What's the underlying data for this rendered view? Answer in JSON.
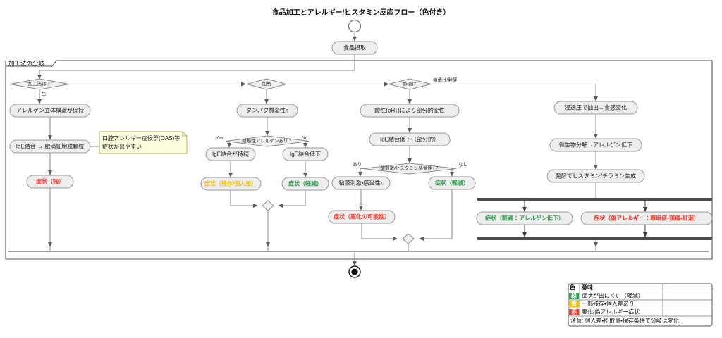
{
  "diagram": {
    "title": "食品加工とアレルギー/ヒスタミン反応フロー（色付き）",
    "partition_label": "加工法の分岐",
    "start_node": "start-circle",
    "end_node": "end-bullseye"
  },
  "nodes": {
    "intake": "食品摂取",
    "decision_method": "\"加工法は？\"",
    "decision_heat": "加熱",
    "decision_vinegar": "酢漬け",
    "raw_1": "アレルゲン立体構造が保持",
    "raw_2": "IgE結合 → 肥満細胞脱顆粒",
    "raw_result": "症状（強）",
    "heat_1": "タンパク質変性↑",
    "heat_decision": "耐熱性アレルゲンあり？",
    "heat_yes_1": "IgE結合が持続",
    "heat_no_1": "IgE結合低下",
    "heat_yes_result": "症状（残存/個人差）",
    "heat_no_result": "症状（軽減）",
    "acid_1": "酸性(pH↓)により部分的変性",
    "acid_2": "IgE結合低下（部分的）",
    "acid_decision": "酸刺激/ヒスタミン感受性↑？",
    "acid_yes_1": "粘膜刺激・感受性↑",
    "acid_yes_result": "症状（悪化の可能性）",
    "acid_no_result": "症状（軽減）",
    "ferm_1": "浸透圧で抽出→食感変化",
    "ferm_2": "微生物分解→アレルゲン低下",
    "ferm_3": "発酵でヒスタミン/チラミン生成",
    "ferm_result_green": "症状（軽減：アレルゲン低下）",
    "ferm_result_red": "症状（偽アレルギー：蕁麻疹・頭痛・紅潮）"
  },
  "edge_labels": {
    "raw": "生",
    "salt_ferment": "塩漬け/発酵",
    "heat_yes": "Yes",
    "heat_no": "No",
    "acid_yes": "あり",
    "acid_no": "なし"
  },
  "note": {
    "line1": "口腔アレルギー症候群(OAS)等",
    "line2": "症状が出やすい"
  },
  "legend": {
    "header_color": "色",
    "header_meaning": "意味",
    "rows": [
      {
        "swatch": "緑",
        "swatch_color": "#2e9e4f",
        "meaning": "症状が出にくい（軽減）"
      },
      {
        "swatch": "黄",
        "swatch_color": "#f2c200",
        "meaning": "一部残存・個人差あり"
      },
      {
        "swatch": "赤",
        "swatch_color": "#f04030",
        "meaning": "悪化/偽アレルギー症状"
      }
    ],
    "footer": "注意: 個人差・摂取量・保存条件で分岐は変化"
  },
  "colors": {
    "node_fill": "#eeeeee",
    "node_stroke": "#9a9a9a",
    "edge": "#8a8a8a",
    "bar": "#4a4a4a",
    "note_fill": "#fbfbdd",
    "green": "#2e9e4f",
    "yellow": "#f2c200",
    "red": "#f04030"
  }
}
